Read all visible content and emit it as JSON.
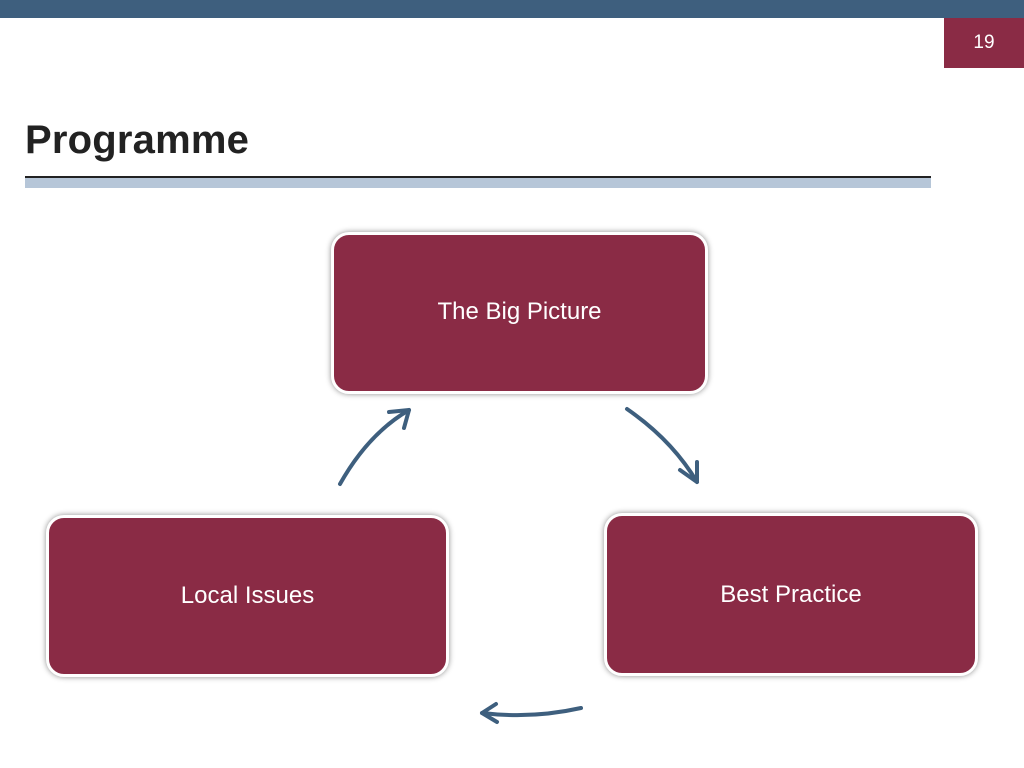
{
  "slide": {
    "page_number": "19",
    "title": "Programme"
  },
  "cycle": {
    "nodes": [
      {
        "label": "The Big Picture"
      },
      {
        "label": "Best Practice"
      },
      {
        "label": "Local Issues"
      }
    ]
  },
  "colors": {
    "accent_bars": "#3e5f7e",
    "node_fill": "#8a2b45",
    "arrow": "#3e5f7e",
    "title_rule_light": "#b6c6d8"
  }
}
